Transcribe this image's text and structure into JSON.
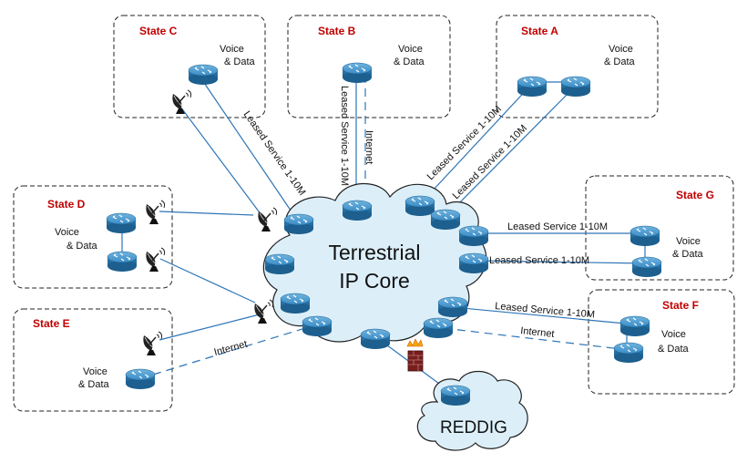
{
  "states": {
    "a": {
      "title": "State A",
      "vd1": "Voice",
      "vd2": "& Data"
    },
    "b": {
      "title": "State B",
      "vd1": "Voice",
      "vd2": "& Data"
    },
    "c": {
      "title": "State C",
      "vd1": "Voice",
      "vd2": "& Data"
    },
    "d": {
      "title": "State D",
      "vd1": "Voice",
      "vd2": "& Data"
    },
    "e": {
      "title": "State E",
      "vd1": "Voice",
      "vd2": "& Data"
    },
    "f": {
      "title": "State F",
      "vd1": "Voice",
      "vd2": "& Data"
    },
    "g": {
      "title": "State G",
      "vd1": "Voice",
      "vd2": "& Data"
    }
  },
  "core": {
    "line1": "Terrestrial",
    "line2": "IP Core"
  },
  "reddig": {
    "label": "REDDIG"
  },
  "links": {
    "leased": "Leased Service 1-10M",
    "internet": "Internet"
  },
  "colors": {
    "state_title": "#c00000",
    "link": "#2e75b6",
    "cloud_fill": "#dceff9",
    "router_body": "#2f7fb5"
  }
}
